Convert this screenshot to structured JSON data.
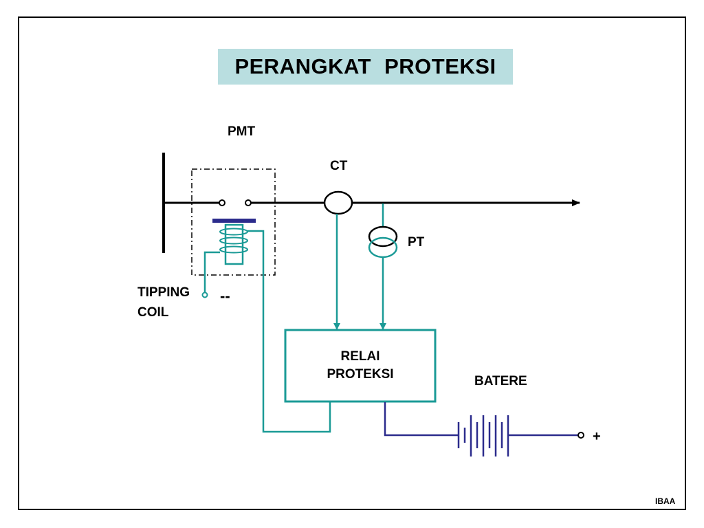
{
  "title": "PERANGKAT PROTEKSI",
  "labels": {
    "pmt": "PMT",
    "ct": "CT",
    "pt": "PT",
    "tipping_line1": "TIPPING",
    "tipping_line2": "COIL",
    "minus": "--",
    "relay_line1": "RELAI",
    "relay_line2": "PROTEKSI",
    "battery": "BATERE",
    "plus": "+",
    "footer": "IBAA"
  },
  "colors": {
    "teal": "#1a9a96",
    "navy": "#2b2b8c",
    "black": "#000000",
    "title_bg": "#b9dee0"
  }
}
